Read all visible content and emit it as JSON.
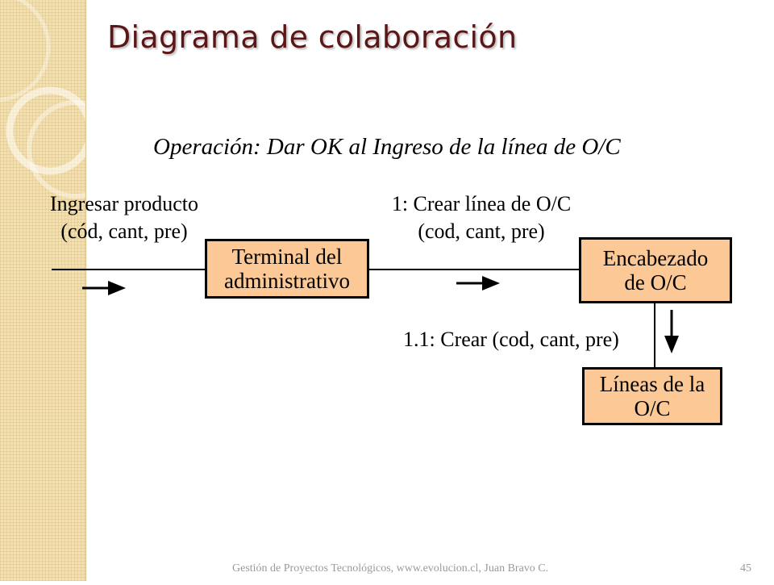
{
  "slide": {
    "title": "Diagrama de colaboración",
    "subtitle": "Operación: Dar OK al Ingreso de la  línea de O/C",
    "footer": "Gestión de Proyectos Tecnológicos, www.evolucion.cl, Juan Bravo C.",
    "page_number": "45"
  },
  "diagram": {
    "messages": {
      "input_line1": "Ingresar producto",
      "input_line2": "(cód, cant, pre)",
      "create_line1": "1: Crear línea de O/C",
      "create_line2": "(cod, cant, pre)",
      "sub_create": "1.1: Crear (cod, cant, pre)"
    },
    "nodes": {
      "terminal": {
        "line1": "Terminal del",
        "line2": "administrativo"
      },
      "header": {
        "line1": "Encabezado",
        "line2": "de O/C"
      },
      "lines": {
        "line1": "Líneas de la",
        "line2": "O/C"
      }
    },
    "colors": {
      "box_fill": "#fbc896",
      "title": "#5b1717",
      "sidebar": "#f3e0b0"
    }
  }
}
